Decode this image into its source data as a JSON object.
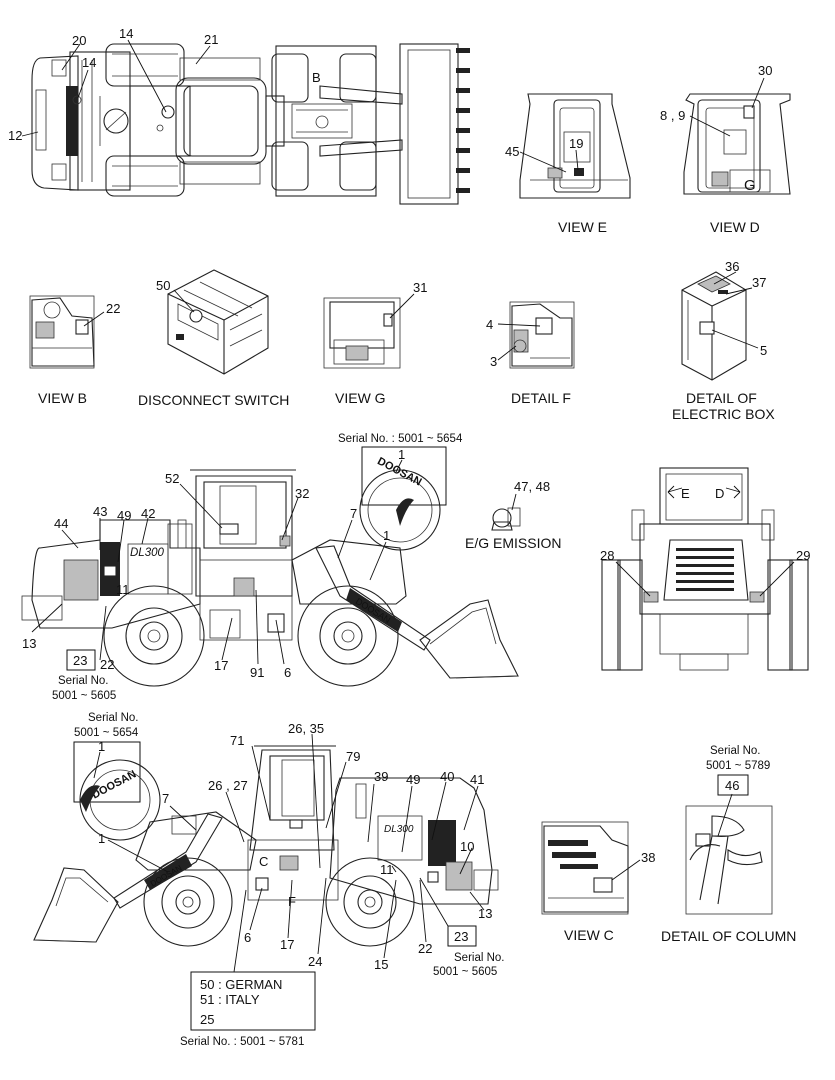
{
  "views": {
    "e": "VIEW E",
    "d": "VIEW D",
    "b": "VIEW B",
    "disconnect": "DISCONNECT SWITCH",
    "g": "VIEW G",
    "detail_f": "DETAIL  F",
    "electric_line1": "DETAIL OF",
    "electric_line2": "ELECTRIC BOX",
    "emission": "E/G EMISSION",
    "c": "VIEW C",
    "column": "DETAIL OF COLUMN"
  },
  "serials": {
    "s5654_top": "Serial No.  : 5001 ~ 5654",
    "s5605_left_line1": "Serial No.",
    "s5605_left_line2": "5001 ~ 5605",
    "s5654_side_line1": "Serial No.",
    "s5654_side_line2": "5001 ~ 5654",
    "s5789_line1": "Serial No.",
    "s5789_line2": "5001 ~ 5789",
    "s5605_right_line1": "Serial No.",
    "s5605_right_line2": "5001 ~ 5605",
    "s5781": "Serial No.  : 5001 ~ 5781"
  },
  "language_box": {
    "line1": "50 : GERMAN",
    "line2": "51 : ITALY",
    "line3": "25"
  },
  "view_letters": {
    "b": "B",
    "c": "C",
    "e": "E",
    "d": "D",
    "f": "F",
    "g": "G"
  },
  "brand": "DOOSAN",
  "model": "DL300",
  "callouts": {
    "top_20": "20",
    "top_14a": "14",
    "top_14b": "14",
    "top_21": "21",
    "top_12": "12",
    "e_45": "45",
    "e_19": "19",
    "d_89": "8 , 9",
    "d_30": "30",
    "b_22": "22",
    "ds_50": "50",
    "g_31": "31",
    "f_4": "4",
    "f_3": "3",
    "eb_36": "36",
    "eb_37": "37",
    "eb_5": "5",
    "em_4748": "47, 48",
    "l_52": "52",
    "l_32": "32",
    "l_7": "7",
    "l_1": "1",
    "l_44": "44",
    "l_43": "43",
    "l_49": "49",
    "l_42": "42",
    "l_11": "11",
    "l_13": "13",
    "l_23": "23",
    "l_22": "22",
    "l_17": "17",
    "l_91": "91",
    "l_6": "6",
    "l_inset_1": "1",
    "r_28": "28",
    "r_29": "29",
    "s_inset_1": "1",
    "s_2635": "26, 35",
    "s_71": "71",
    "s_79": "79",
    "s_2627": "26 , 27",
    "s_7": "7",
    "s_1": "1",
    "s_39": "39",
    "s_49": "49",
    "s_40": "40",
    "s_41": "41",
    "s_10": "10",
    "s_11": "11",
    "s_13": "13",
    "s_6": "6",
    "s_17": "17",
    "s_24": "24",
    "s_15": "15",
    "s_22": "22",
    "s_23": "23",
    "c_38": "38",
    "col_46": "46"
  }
}
